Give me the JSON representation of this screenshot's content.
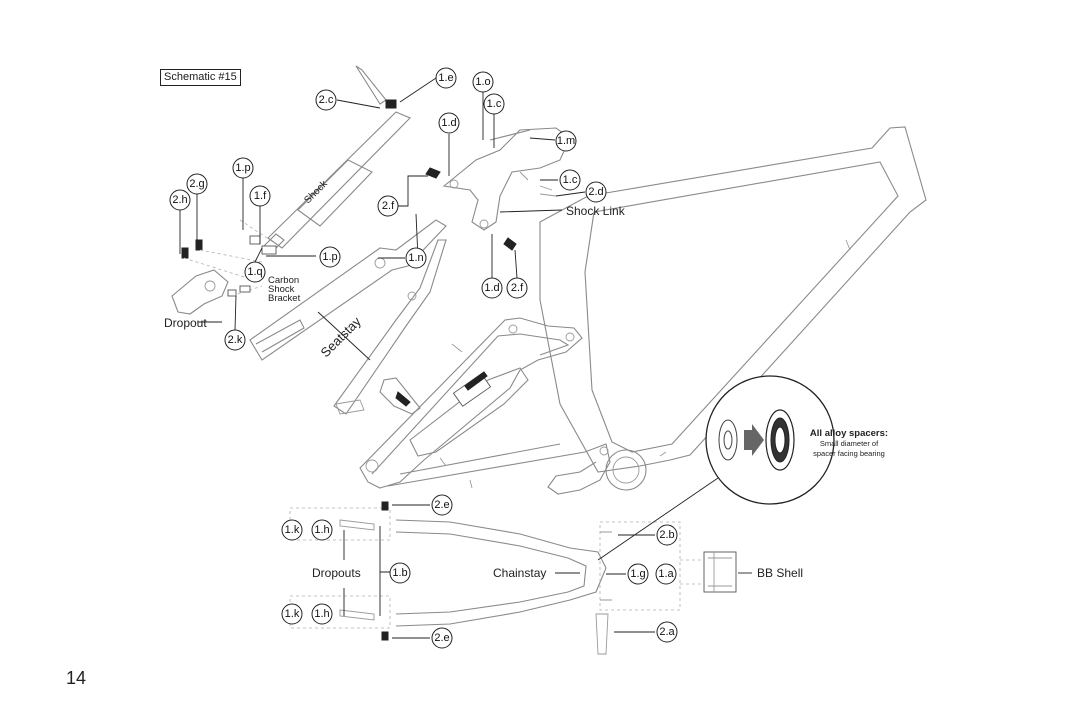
{
  "schematic_label": "Schematic #15",
  "page_number": "14",
  "labels": {
    "shock": "Shock",
    "shock_link": "Shock Link",
    "carbon_shock_bracket": [
      "Carbon",
      "Shock",
      "Bracket"
    ],
    "dropout": "Dropout",
    "seatstay": "Seatstay",
    "dropouts": "Dropouts",
    "chainstay": "Chainstay",
    "bb_shell": "BB Shell"
  },
  "spacer_note": {
    "title": "All alloy spacers:",
    "lines": [
      "Small diameter of",
      "spacer facing bearing"
    ]
  },
  "callouts": [
    "1.e",
    "1.o",
    "2.c",
    "1.c",
    "1.d",
    "1.m",
    "1.p",
    "2.g",
    "2.h",
    "1.f",
    "1.c",
    "2.d",
    "2.f",
    "1.p",
    "1.n",
    "1.q",
    "1.d",
    "2.f",
    "2.k",
    "2.e",
    "1.k",
    "1.h",
    "2.b",
    "1.b",
    "1.g",
    "1.a",
    "1.k",
    "1.h",
    "2.a",
    "2.e"
  ]
}
